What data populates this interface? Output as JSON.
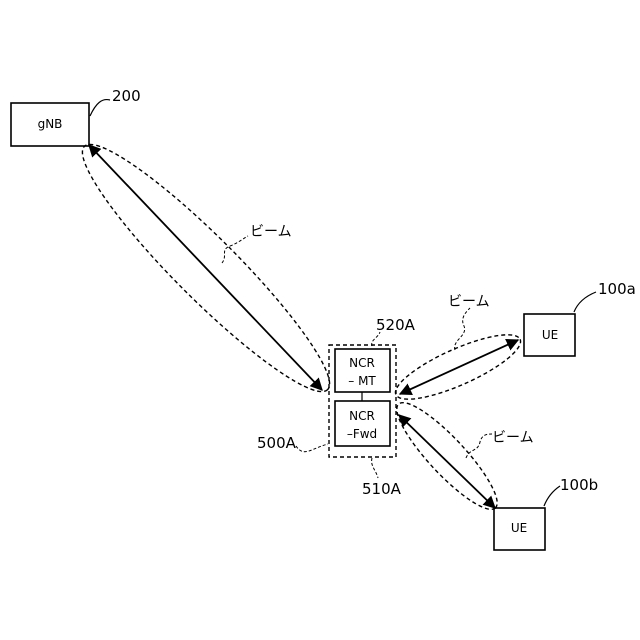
{
  "nodes": {
    "gnb": {
      "label": "gNB",
      "ref": "200"
    },
    "ue_a": {
      "label": "UE",
      "ref": "100a"
    },
    "ue_b": {
      "label": "UE",
      "ref": "100b"
    },
    "ncr": {
      "ref": "500A",
      "mt": {
        "line1": "NCR",
        "line2": "– MT",
        "ref": "520A"
      },
      "fwd": {
        "line1": "NCR",
        "line2": "–Fwd",
        "ref": "510A"
      }
    }
  },
  "beams": {
    "label_gnb": "ビーム",
    "label_ue_a": "ビーム",
    "label_ue_b": "ビーム"
  }
}
